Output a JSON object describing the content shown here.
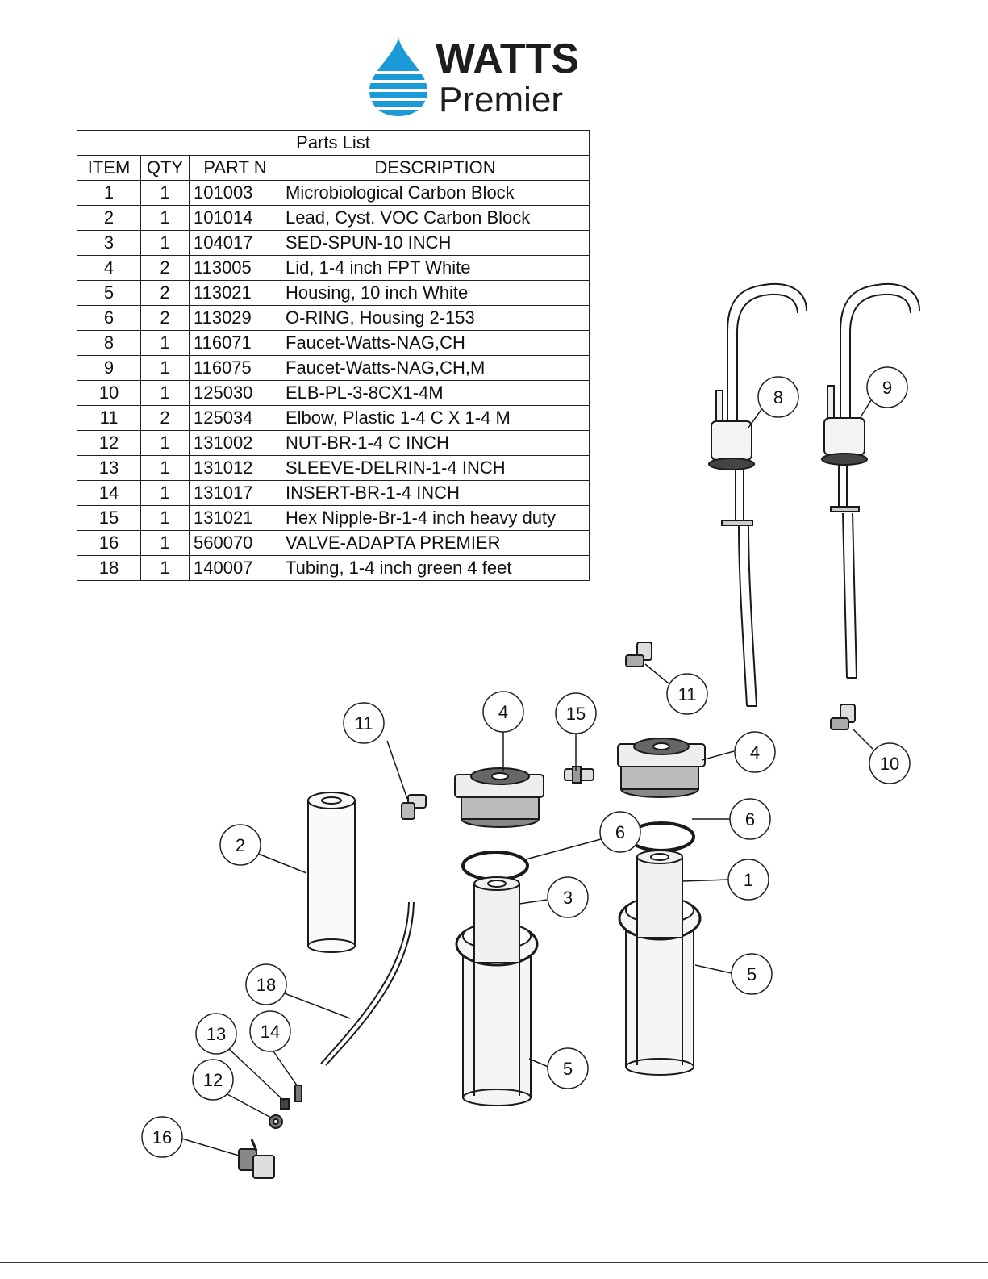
{
  "logo": {
    "line1": "WATTS",
    "line2": "Premier",
    "colors": {
      "brand_blue": "#1a9ad6",
      "text_dark": "#1d1d1d"
    }
  },
  "table": {
    "title": "Parts List",
    "columns": [
      "ITEM",
      "QTY",
      "PART N",
      "DESCRIPTION"
    ],
    "rows": [
      {
        "item": "1",
        "qty": "1",
        "part": "101003",
        "desc": "Microbiological Carbon Block"
      },
      {
        "item": "2",
        "qty": "1",
        "part": "101014",
        "desc": "Lead, Cyst. VOC Carbon Block"
      },
      {
        "item": "3",
        "qty": "1",
        "part": "104017",
        "desc": "SED-SPUN-10 INCH"
      },
      {
        "item": "4",
        "qty": "2",
        "part": "113005",
        "desc": "Lid, 1-4 inch FPT White"
      },
      {
        "item": "5",
        "qty": "2",
        "part": "113021",
        "desc": "Housing, 10 inch White"
      },
      {
        "item": "6",
        "qty": "2",
        "part": "113029",
        "desc": "O-RING, Housing              2-153"
      },
      {
        "item": "8",
        "qty": "1",
        "part": "116071",
        "desc": "Faucet-Watts-NAG,CH"
      },
      {
        "item": "9",
        "qty": "1",
        "part": "116075",
        "desc": "Faucet-Watts-NAG,CH,M"
      },
      {
        "item": "10",
        "qty": "1",
        "part": "125030",
        "desc": "ELB-PL-3-8CX1-4M"
      },
      {
        "item": "11",
        "qty": "2",
        "part": "125034",
        "desc": "Elbow, Plastic 1-4 C X 1-4 M"
      },
      {
        "item": "12",
        "qty": "1",
        "part": "131002",
        "desc": "NUT-BR-1-4 C INCH"
      },
      {
        "item": "13",
        "qty": "1",
        "part": "131012",
        "desc": "SLEEVE-DELRIN-1-4 INCH"
      },
      {
        "item": "14",
        "qty": "1",
        "part": "131017",
        "desc": "INSERT-BR-1-4 INCH"
      },
      {
        "item": "15",
        "qty": "1",
        "part": "131021",
        "desc": "Hex Nipple-Br-1-4 inch heavy duty"
      },
      {
        "item": "16",
        "qty": "1",
        "part": "560070",
        "desc": "VALVE-ADAPTA PREMIER"
      },
      {
        "item": "18",
        "qty": "1",
        "part": "140007",
        "desc": "Tubing, 1-4 inch green 4 feet"
      }
    ]
  },
  "callouts": [
    "8",
    "9",
    "11",
    "10",
    "11",
    "4",
    "15",
    "4",
    "6",
    "6",
    "2",
    "3",
    "1",
    "5",
    "18",
    "14",
    "13",
    "12",
    "5",
    "16"
  ]
}
